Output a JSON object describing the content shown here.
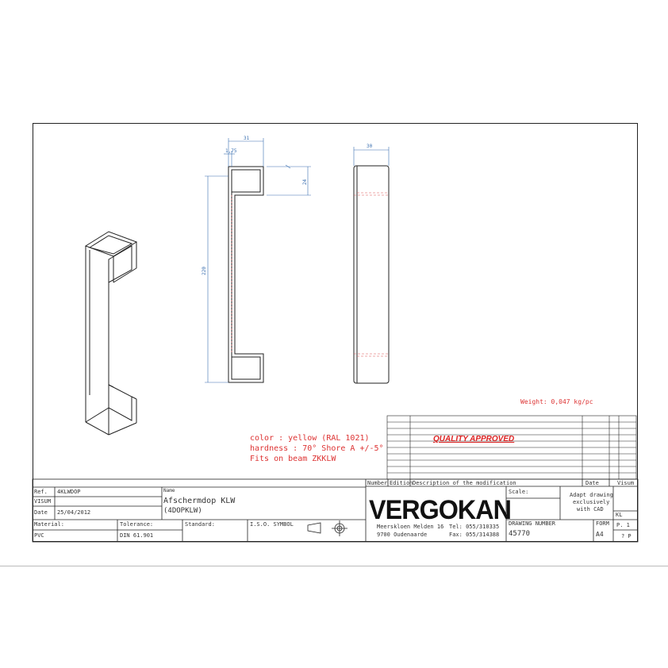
{
  "dimensions": {
    "top_width": "31",
    "wall": "1,75",
    "side_width": "30",
    "flange": "24",
    "length": "220"
  },
  "weight": "Weight: 0,047 kg/pc",
  "notes": {
    "color": "color : yellow (RAL 1021)",
    "hardness": "hardness : 70° Shore A +/-5°",
    "fits": "Fits on beam ZKKLW"
  },
  "quality_stamp": "QUALITY APPROVED",
  "revision_headers": {
    "number": "Number",
    "edition": "Edition",
    "description": "Description of the modification",
    "date": "Date",
    "visum": "Visum"
  },
  "title_block": {
    "ref_label": "Ref.",
    "ref_value": "4KLWDOP",
    "visum_label": "VISUM",
    "date_label": "Date",
    "date_value": "25/04/2012",
    "name_label": "Name",
    "name_value": "Afschermdop KLW",
    "name_code": "(4DOPKLW)",
    "material_label": "Material:",
    "material_value": "PVC",
    "tolerance_label": "Tolerance:",
    "tolerance_value": "DIN 61.901",
    "standard_label": "Standard:",
    "iso_label": "I.S.O. SYMBOL",
    "logo": "VERGOKAN",
    "address_line1": "Meerskloen Melden 16",
    "address_line2": "9700 Oudenaarde",
    "tel": "Tel: 055/310335",
    "fax": "Fax: 055/314388",
    "scale_label": "Scale:",
    "cad_note_1": "Adapt drawing",
    "cad_note_2": "exclusively",
    "cad_note_3": "with CAD",
    "kl_label": "KL",
    "drawing_number_label": "DRAWING NUMBER",
    "drawing_number": "45770",
    "form_label": "FORM",
    "form_value": "A4",
    "page_label": "P. 1",
    "page_value": "? P"
  }
}
